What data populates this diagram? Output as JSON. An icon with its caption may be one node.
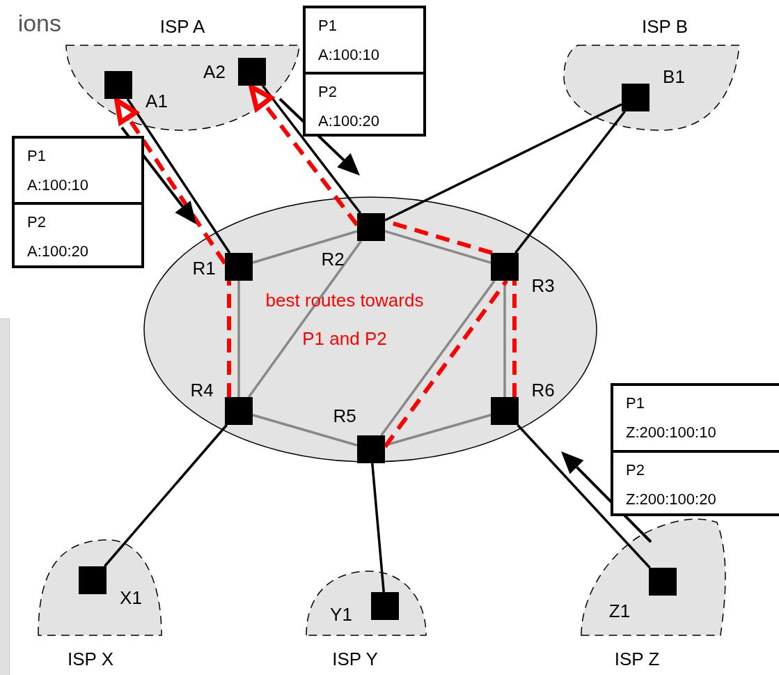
{
  "diagram": {
    "nodes": [
      {
        "text": [
          "ISP A"
        ]
      },
      {
        "text": [
          "A1"
        ],
        "in": 0
      },
      {
        "text": [
          "A2"
        ],
        "in": 0
      },
      {
        "text": [
          "ISP B"
        ]
      },
      {
        "text": [
          "B1"
        ],
        "in": 3
      },
      {
        "text": [],
        "shape": "ellipse"
      },
      {
        "text": [
          "R1"
        ],
        "in": 5
      },
      {
        "text": [
          "R2"
        ],
        "in": 5
      },
      {
        "text": [
          "R3"
        ],
        "in": 5
      },
      {
        "text": [
          "R4"
        ],
        "in": 5
      },
      {
        "text": [
          "R5"
        ],
        "in": 5
      },
      {
        "text": [
          "R6"
        ],
        "in": 5
      },
      {
        "text": [
          "ISP X"
        ]
      },
      {
        "text": [
          "X1"
        ],
        "in": 12
      },
      {
        "text": [
          "ISP Y"
        ]
      },
      {
        "text": [
          "Y1"
        ],
        "in": 14
      },
      {
        "text": [
          "ISP Z"
        ]
      },
      {
        "text": [
          "Z1"
        ],
        "in": 16
      },
      {
        "text": [
          "P1",
          "A:100:10"
        ]
      },
      {
        "text": [
          "P2",
          "A:100:20"
        ]
      },
      {
        "text": [
          "P1",
          "A:100:10"
        ]
      },
      {
        "text": [
          "P2",
          "A:100:20"
        ]
      },
      {
        "text": [
          "P1",
          "Z:200:100:10"
        ]
      },
      {
        "text": [
          "P2",
          "Z:200:100:20"
        ]
      }
    ],
    "edges": [
      {
        "from": 1,
        "to": 6,
        "arrow": "none",
        "color": "#000000"
      },
      {
        "from": 2,
        "to": 7,
        "arrow": "none",
        "color": "#000000"
      },
      {
        "from": 4,
        "to": 7,
        "arrow": "none",
        "color": "#000000"
      },
      {
        "from": 4,
        "to": 8,
        "arrow": "none",
        "color": "#000000"
      },
      {
        "from": 9,
        "to": 13,
        "arrow": "none",
        "color": "#000000"
      },
      {
        "from": 10,
        "to": 15,
        "arrow": "none",
        "color": "#000000"
      },
      {
        "from": 11,
        "to": 17,
        "arrow": "none",
        "color": "#000000"
      },
      {
        "from": 6,
        "to": 7,
        "arrow": "none",
        "color": "#888888"
      },
      {
        "from": 7,
        "to": 8,
        "arrow": "none",
        "color": "#888888"
      },
      {
        "from": 6,
        "to": 9,
        "arrow": "none",
        "color": "#888888"
      },
      {
        "from": 8,
        "to": 11,
        "arrow": "none",
        "color": "#888888"
      },
      {
        "from": 9,
        "to": 10,
        "arrow": "none",
        "color": "#888888"
      },
      {
        "from": 10,
        "to": 11,
        "arrow": "none",
        "color": "#888888"
      },
      {
        "from": 7,
        "to": 9,
        "arrow": "none",
        "color": "#888888"
      },
      {
        "from": 8,
        "to": 10,
        "arrow": "none",
        "color": "#888888"
      },
      {
        "from": 9,
        "to": 6,
        "arrow": "none",
        "style": "dashed",
        "color": "#ff0000"
      },
      {
        "from": 6,
        "to": 1,
        "arrow": "to",
        "style": "dashed",
        "color": "#ff0000"
      },
      {
        "from": 10,
        "to": 8,
        "arrow": "none",
        "style": "dashed",
        "color": "#ff0000"
      },
      {
        "from": 11,
        "to": 8,
        "arrow": "none",
        "style": "dashed",
        "color": "#ff0000"
      },
      {
        "from": 8,
        "to": 7,
        "arrow": "none",
        "style": "dashed",
        "color": "#ff0000"
      },
      {
        "from": 7,
        "to": 2,
        "arrow": "to",
        "style": "dashed",
        "color": "#ff0000"
      }
    ],
    "labels": [
      "ions",
      "best routes towards P1 and P2"
    ]
  }
}
